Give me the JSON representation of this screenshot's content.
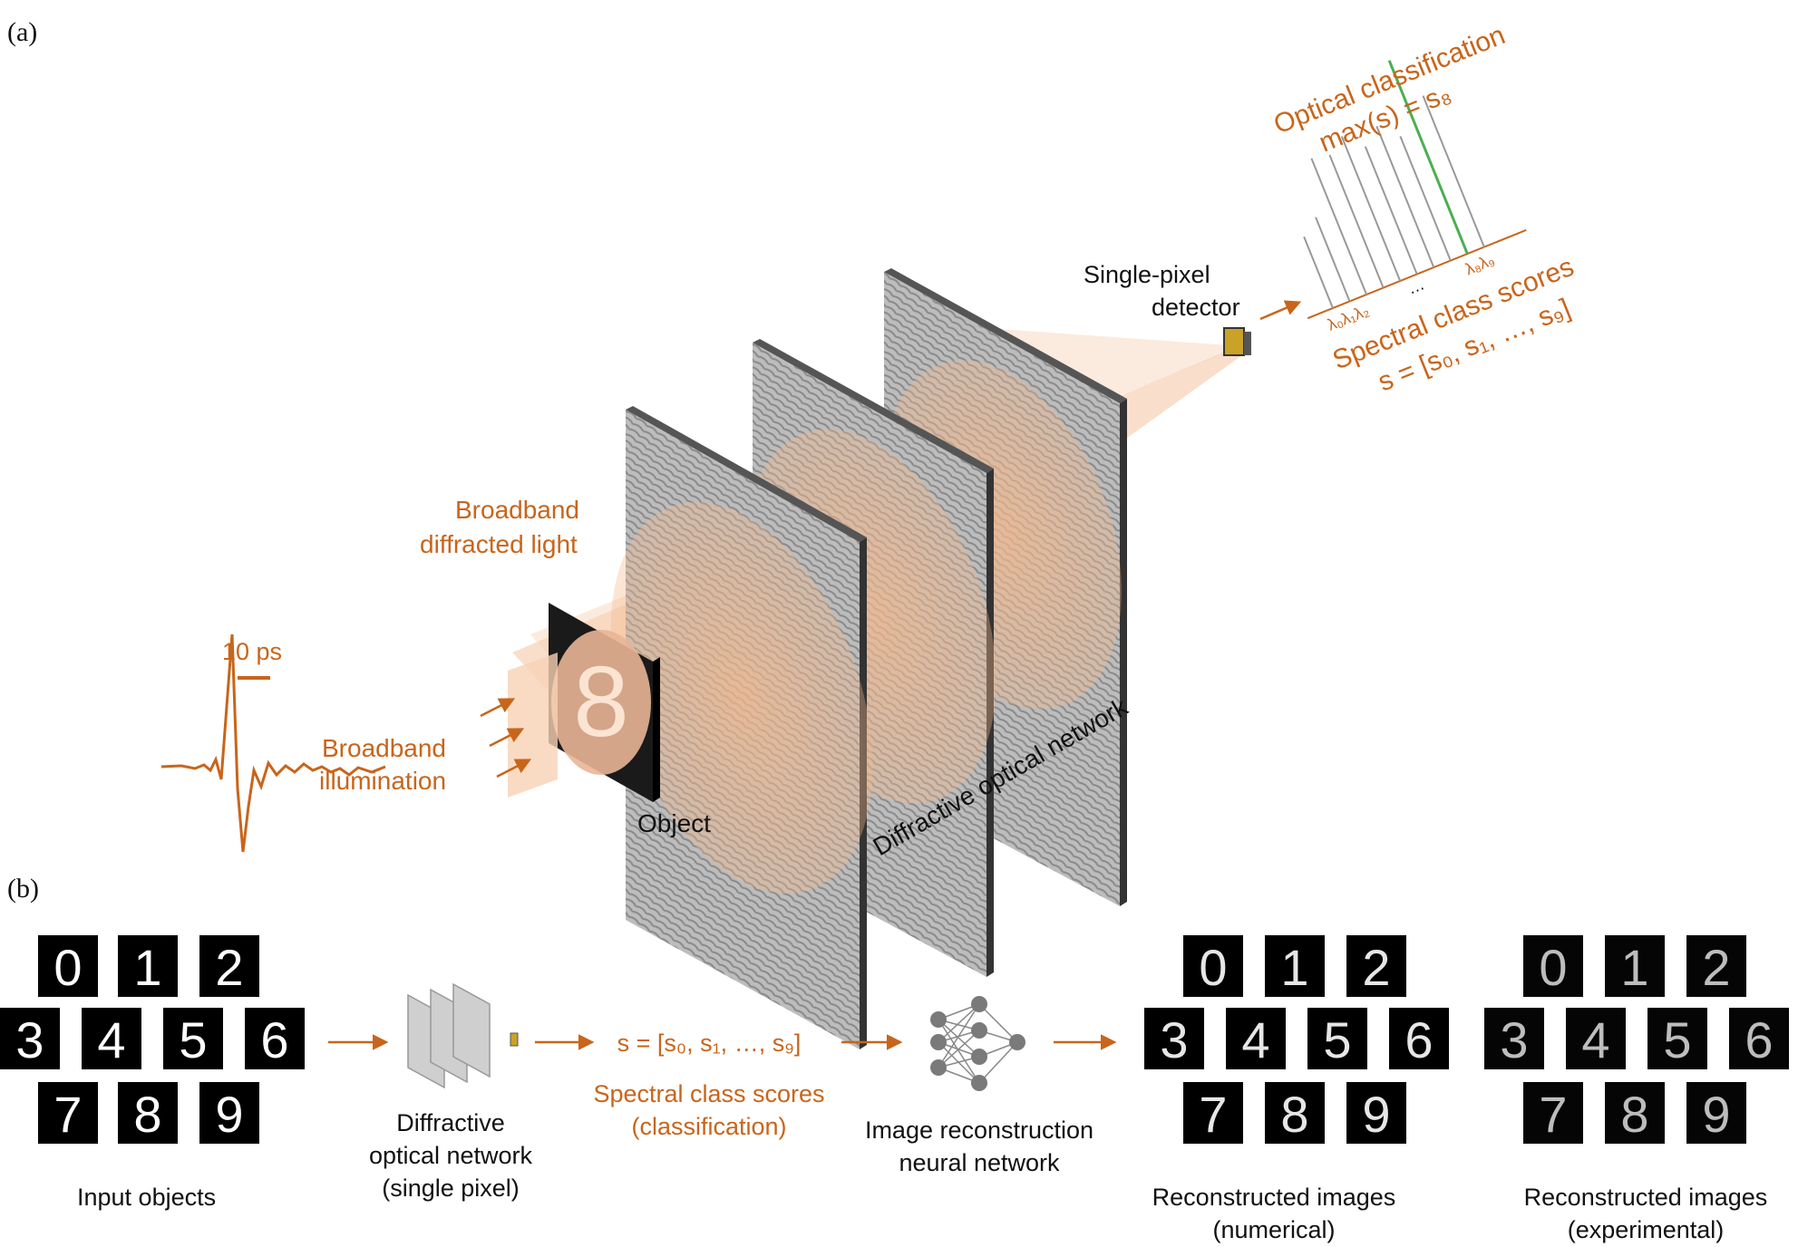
{
  "panel_a": {
    "label": "(a)",
    "pulse_scale": "10 ps",
    "illumination": [
      "Broadband",
      "illumination"
    ],
    "diffracted": [
      "Broadband",
      "diffracted light"
    ],
    "object_label": "Object",
    "network_label": "Diffractive optical network",
    "detector": [
      "Single-pixel",
      "detector"
    ],
    "classification": [
      "Optical classification",
      "max(s) = s₈"
    ],
    "spectral_scores": [
      "Spectral class scores",
      "s = [s₀, s₁, …, s₉]"
    ],
    "spectrum_ticks_left": "λ₀λ₁λ₂",
    "spectrum_ellipsis": "…",
    "spectrum_ticks_right": "λ₈λ₉",
    "object_digit": "8",
    "colors": {
      "accent": "#c8651b",
      "highlight": "#4caf50"
    }
  },
  "panel_b": {
    "label": "(b)",
    "input_digits": [
      "0",
      "1",
      "2",
      "3",
      "4",
      "5",
      "6",
      "7",
      "8",
      "9"
    ],
    "input_label": "Input objects",
    "network_label": [
      "Diffractive",
      "optical network",
      "(single pixel)"
    ],
    "scores_formula": "s = [s₀, s₁, …, s₉]",
    "scores_label": [
      "Spectral class scores",
      "(classification)"
    ],
    "nn_label": [
      "Image reconstruction",
      "neural network"
    ],
    "numerical_label": [
      "Reconstructed images",
      "(numerical)"
    ],
    "experimental_label": [
      "Reconstructed images",
      "(experimental)"
    ]
  }
}
